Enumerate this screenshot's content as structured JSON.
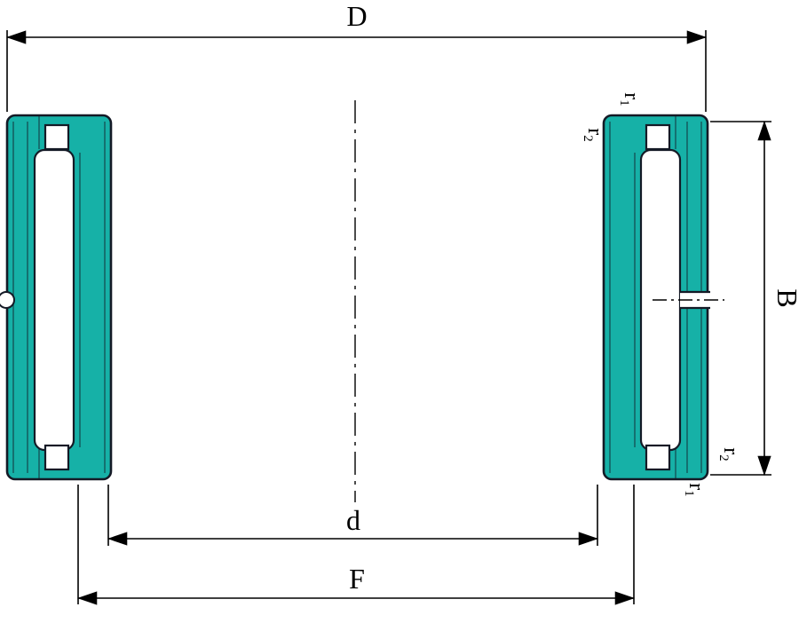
{
  "labels": {
    "D": "D",
    "B": "B",
    "d": "d",
    "F": "F",
    "r1": {
      "base": "r",
      "sub": "1"
    },
    "r2": {
      "base": "r",
      "sub": "2"
    }
  },
  "colors": {
    "bearing_fill": "#16b1a7",
    "bearing_outline": "#141a26",
    "line_color": "#000000",
    "background": "#ffffff"
  }
}
